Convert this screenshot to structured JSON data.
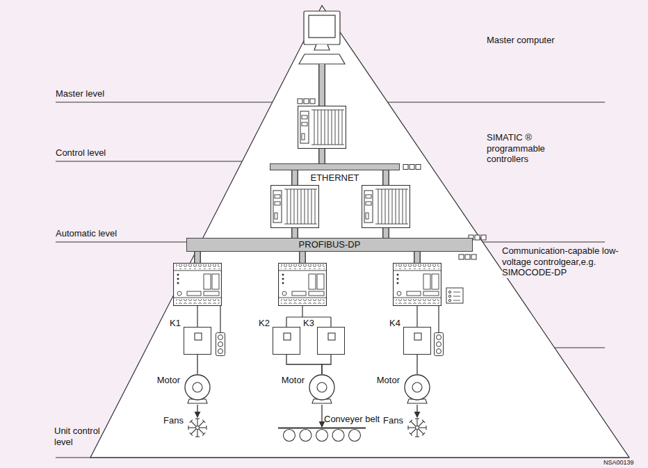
{
  "diagram": {
    "nodes": [
      {
        "text": [
          "ETHERNET"
        ]
      },
      {
        "text": [
          "PROFIBUS-DP"
        ]
      },
      {
        "text": [
          "K1"
        ]
      },
      {
        "text": [
          "K2"
        ]
      },
      {
        "text": [
          "K3"
        ]
      },
      {
        "text": [
          "K4"
        ]
      },
      {
        "text": [
          "Motor"
        ]
      },
      {
        "text": [
          "Motor"
        ]
      },
      {
        "text": [
          "Motor"
        ]
      },
      {
        "text": [
          "Fans"
        ]
      },
      {
        "text": [
          "Conveyer belt"
        ]
      },
      {
        "text": [
          "Fans"
        ]
      }
    ],
    "edges": [
      {
        "from": 2,
        "to": 6,
        "arrow": "none"
      },
      {
        "from": 3,
        "to": 7,
        "arrow": "none"
      },
      {
        "from": 4,
        "to": 7,
        "arrow": "none"
      },
      {
        "from": 5,
        "to": 8,
        "arrow": "none"
      },
      {
        "from": 6,
        "to": 9,
        "arrow": "to"
      },
      {
        "from": 7,
        "to": 10,
        "arrow": "to"
      },
      {
        "from": 8,
        "to": 11,
        "arrow": "to"
      }
    ],
    "labels": [
      "Master computer",
      "Master level",
      "Control level",
      "SIMATIC ® programmable controllers",
      "Automatic level",
      "Communication-capable low-voltage controlgear,e.g. SIMOCODE-DP",
      "Unit control level",
      "NSA00139"
    ]
  }
}
